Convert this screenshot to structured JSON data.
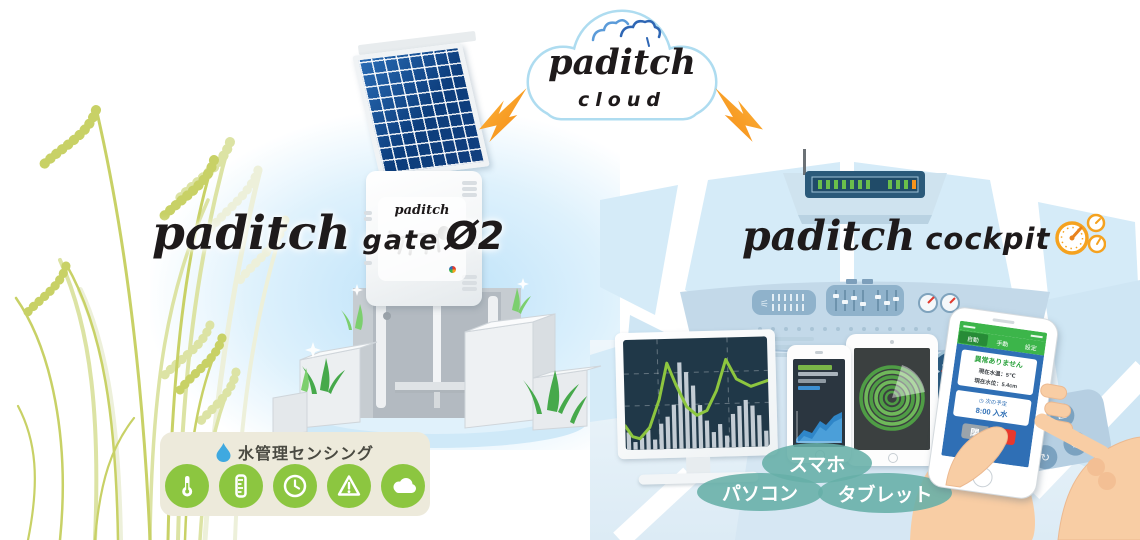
{
  "cloud_logo": {
    "brand": "paditch",
    "product": "cloud",
    "border_color": "#aedcf0",
    "bolt_color": "#f9a01b"
  },
  "gate_label": {
    "brand": "paditch",
    "product": "gate",
    "version": "Ø2"
  },
  "device": {
    "logo": "paditch"
  },
  "cockpit_title": {
    "brand": "paditch",
    "product": "cockpit"
  },
  "sensing_box": {
    "title": "水管理センシング",
    "circle_color": "#8cc640",
    "drop_color": "#3fa9e0",
    "icons": [
      "thermometer-icon",
      "water-level-ruler-icon",
      "clock-icon",
      "alert-icon",
      "weather-cloud-icon"
    ]
  },
  "bubbles": {
    "smartphone": "スマホ",
    "pc": "パソコン",
    "tablet": "タブレット",
    "color": "#67afa7"
  },
  "phone_app": {
    "tabs": [
      {
        "label": "自動",
        "active": true
      },
      {
        "label": "手動",
        "active": false
      },
      {
        "label": "設定",
        "active": false
      }
    ],
    "status_title": "異常ありません",
    "temp_line": "現在水温：5℃",
    "level_line": "現在水位：5.4cm",
    "schedule_icon": "◷",
    "schedule_label": "次の予定",
    "schedule_value": "8:00 入水",
    "close_label": "閉",
    "open_label": "開",
    "header_color": "#3cb54a",
    "body_color": "#2f6fb5",
    "open_color": "#e8382d"
  },
  "monitor_chart": {
    "type": "bar+line",
    "bar_color": "#c3ccd4",
    "line_color": "#8dc63f",
    "bg": "#203848",
    "bars": [
      18,
      8,
      12,
      20,
      10,
      26,
      33,
      45,
      88,
      78,
      64,
      44,
      28,
      16,
      24,
      12,
      34,
      42,
      48,
      42,
      32,
      16
    ],
    "line_points": [
      [
        0,
        78
      ],
      [
        5,
        88
      ],
      [
        10,
        90
      ],
      [
        17,
        80
      ],
      [
        24,
        55
      ],
      [
        30,
        22
      ],
      [
        36,
        42
      ],
      [
        43,
        62
      ],
      [
        50,
        70
      ],
      [
        57,
        66
      ],
      [
        64,
        48
      ],
      [
        71,
        20
      ],
      [
        78,
        38
      ],
      [
        88,
        45
      ],
      [
        100,
        40
      ]
    ]
  },
  "mini_chart": {
    "bars": [
      {
        "color": "#7ab648",
        "w": 34
      },
      {
        "color": "#aab4bc",
        "w": 40
      },
      {
        "color": "#8f9aa3",
        "w": 28
      },
      {
        "color": "#3d8fd1",
        "w": 22
      }
    ],
    "area_color": "#2f86c8",
    "area_light": "#57a9e0",
    "area_points": [
      [
        0,
        30
      ],
      [
        8,
        21
      ],
      [
        16,
        24
      ],
      [
        24,
        12
      ],
      [
        30,
        16
      ],
      [
        38,
        7
      ],
      [
        46,
        3
      ]
    ]
  },
  "tablet_chart": {
    "type": "concentric-rings",
    "radii": [
      31,
      26,
      21,
      16,
      11
    ],
    "ring_color": "#4f9d45",
    "ring_alt": "#6fb85a"
  },
  "router": {
    "body": "#2b5a7a",
    "led": "#6abf4b",
    "alert_led": "#f7941d"
  },
  "keypad": {
    "buttons": [
      {
        "name": "touch-icon",
        "glyph": "☝"
      },
      {
        "name": "mail-icon",
        "glyph": "✉"
      },
      {
        "name": "refresh-icon",
        "glyph": "↻"
      },
      {
        "name": "gear-icon",
        "glyph": "⚙"
      }
    ]
  }
}
